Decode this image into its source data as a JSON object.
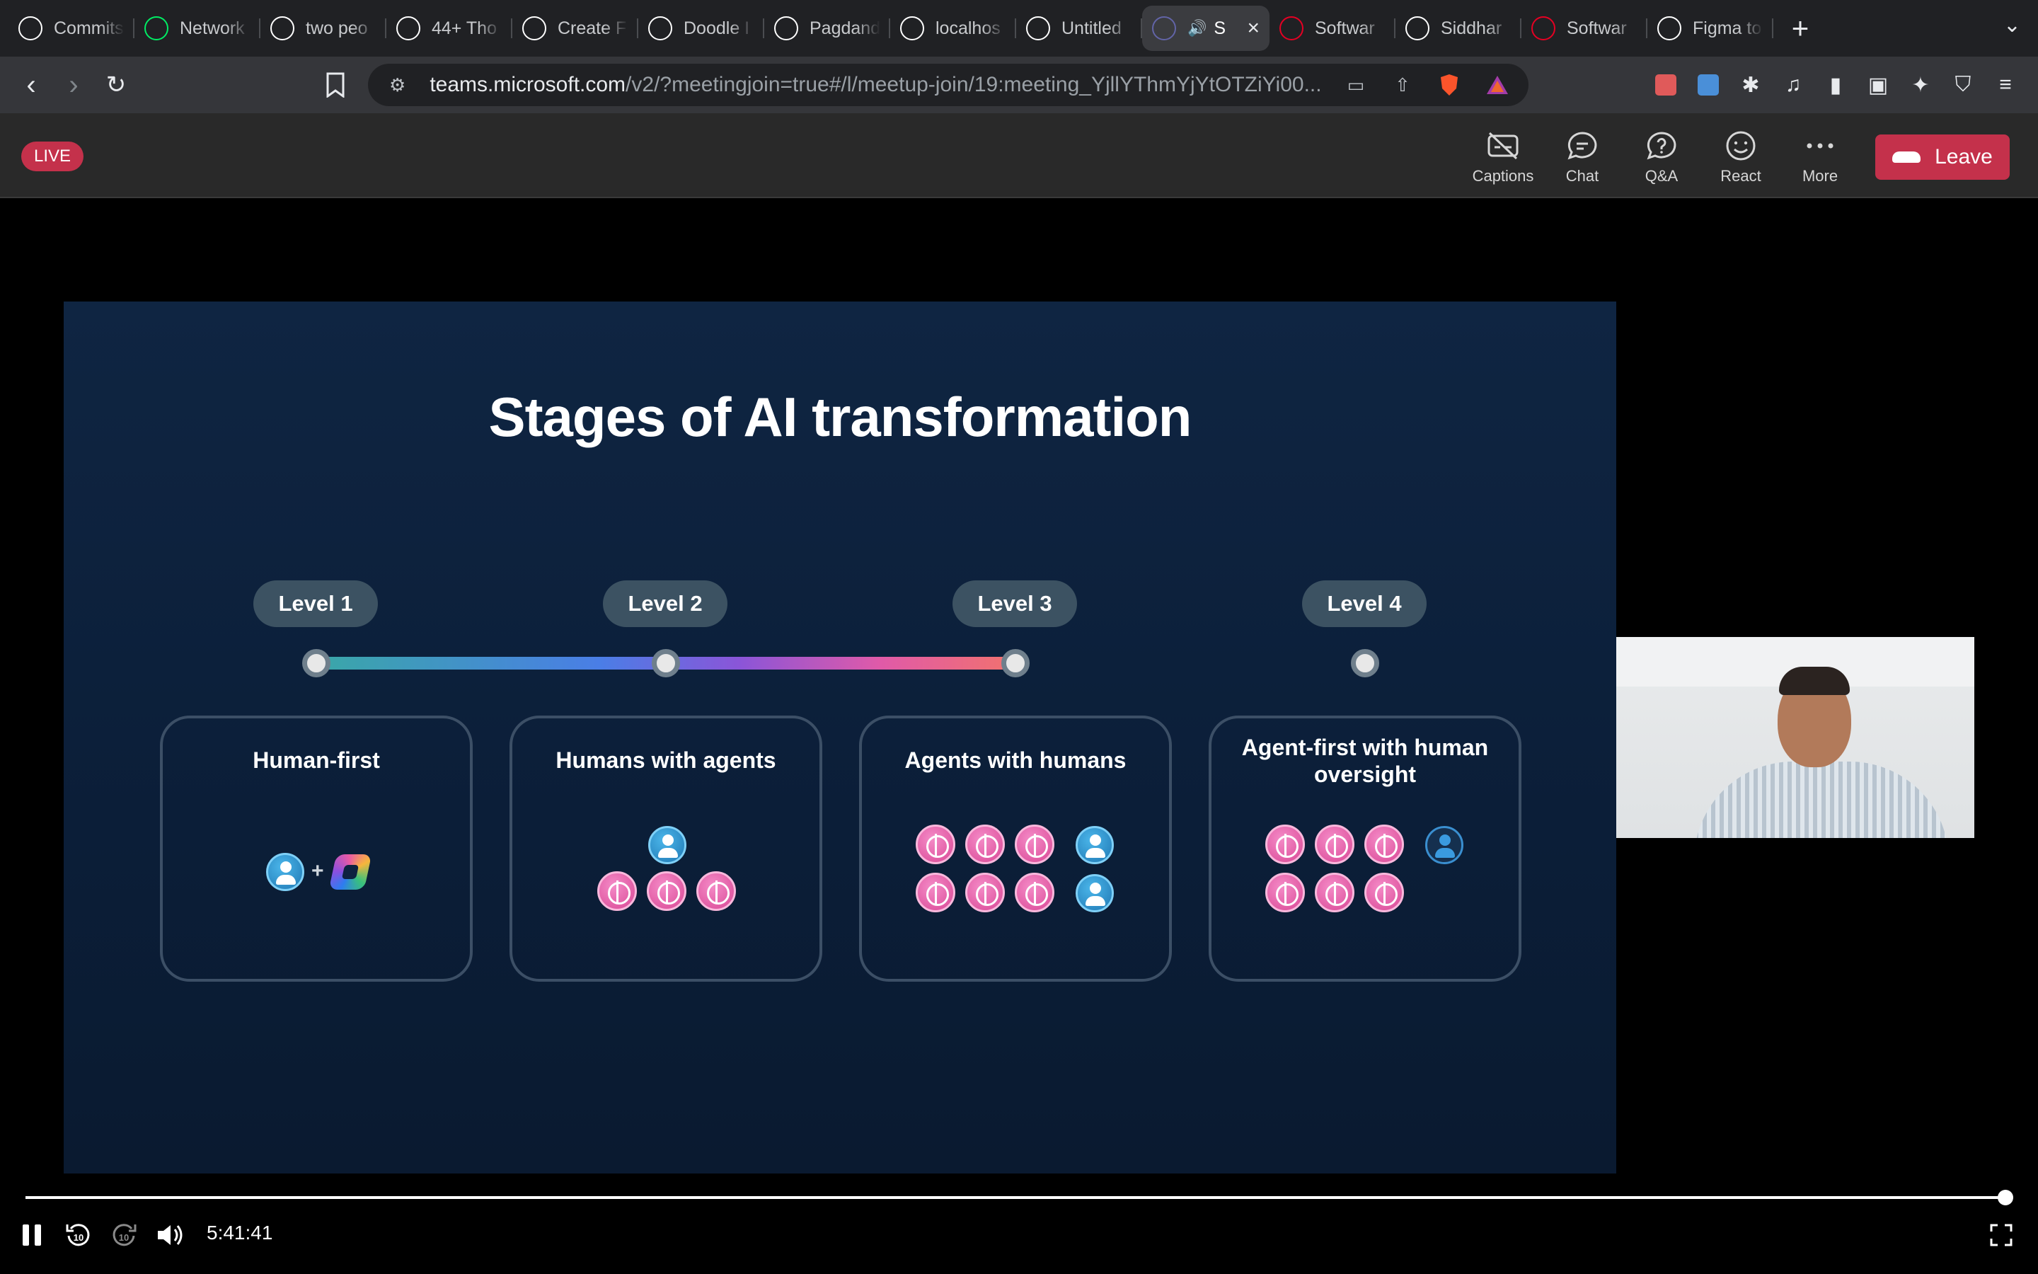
{
  "browser": {
    "tabs": [
      {
        "title": "Commits",
        "icon": "github-icon",
        "color": "#ffffff"
      },
      {
        "title": "Network",
        "icon": "mongodb-icon",
        "color": "#00ed64"
      },
      {
        "title": "two peo",
        "icon": "google-icon",
        "color": "#ffffff"
      },
      {
        "title": "44+ Tho",
        "icon": "dollar-icon",
        "color": "#ffffff"
      },
      {
        "title": "Create F",
        "icon": "dollar-icon",
        "color": "#ffffff"
      },
      {
        "title": "Doodle I",
        "icon": "stack-icon",
        "color": "#ffffff"
      },
      {
        "title": "Pagdand",
        "icon": "google-icon",
        "color": "#ffffff"
      },
      {
        "title": "localhos",
        "icon": "vite-icon",
        "color": "#ffffff"
      },
      {
        "title": "Untitled",
        "icon": "framer-icon",
        "color": "#ffffff"
      },
      {
        "title": "S",
        "icon": "teams-icon",
        "color": "#6264a7",
        "active": true
      },
      {
        "title": "Softwar",
        "icon": "pinterest-icon",
        "color": "#e60023"
      },
      {
        "title": "Siddhar",
        "icon": "chrome-icon",
        "color": "#ffffff"
      },
      {
        "title": "Softwar",
        "icon": "pinterest-icon",
        "color": "#e60023"
      },
      {
        "title": "Figma to",
        "icon": "globe-icon",
        "color": "#ffffff"
      }
    ],
    "url_host": "teams.microsoft.com",
    "url_path": "/v2/?meetingjoin=true#/l/meetup-join/19:meeting_YjllYThmYjYtOTZiYi00..."
  },
  "meeting": {
    "live_label": "LIVE",
    "buttons": {
      "captions": "Captions",
      "chat": "Chat",
      "qa": "Q&A",
      "react": "React",
      "more": "More"
    },
    "leave_label": "Leave"
  },
  "slide": {
    "title": "Stages of AI transformation",
    "levels": [
      "Level 1",
      "Level 2",
      "Level 3",
      "Level 4"
    ],
    "stages": [
      "Human-first",
      "Humans with agents",
      "Agents with humans",
      "Agent-first with human oversight"
    ]
  },
  "player": {
    "time": "5:41:41",
    "progress": 1.0,
    "rewind_label": "10",
    "forward_label": "10"
  },
  "colors": {
    "live": "#c4314b",
    "leave": "#c4314b",
    "slide_bg": "#0f2542"
  }
}
